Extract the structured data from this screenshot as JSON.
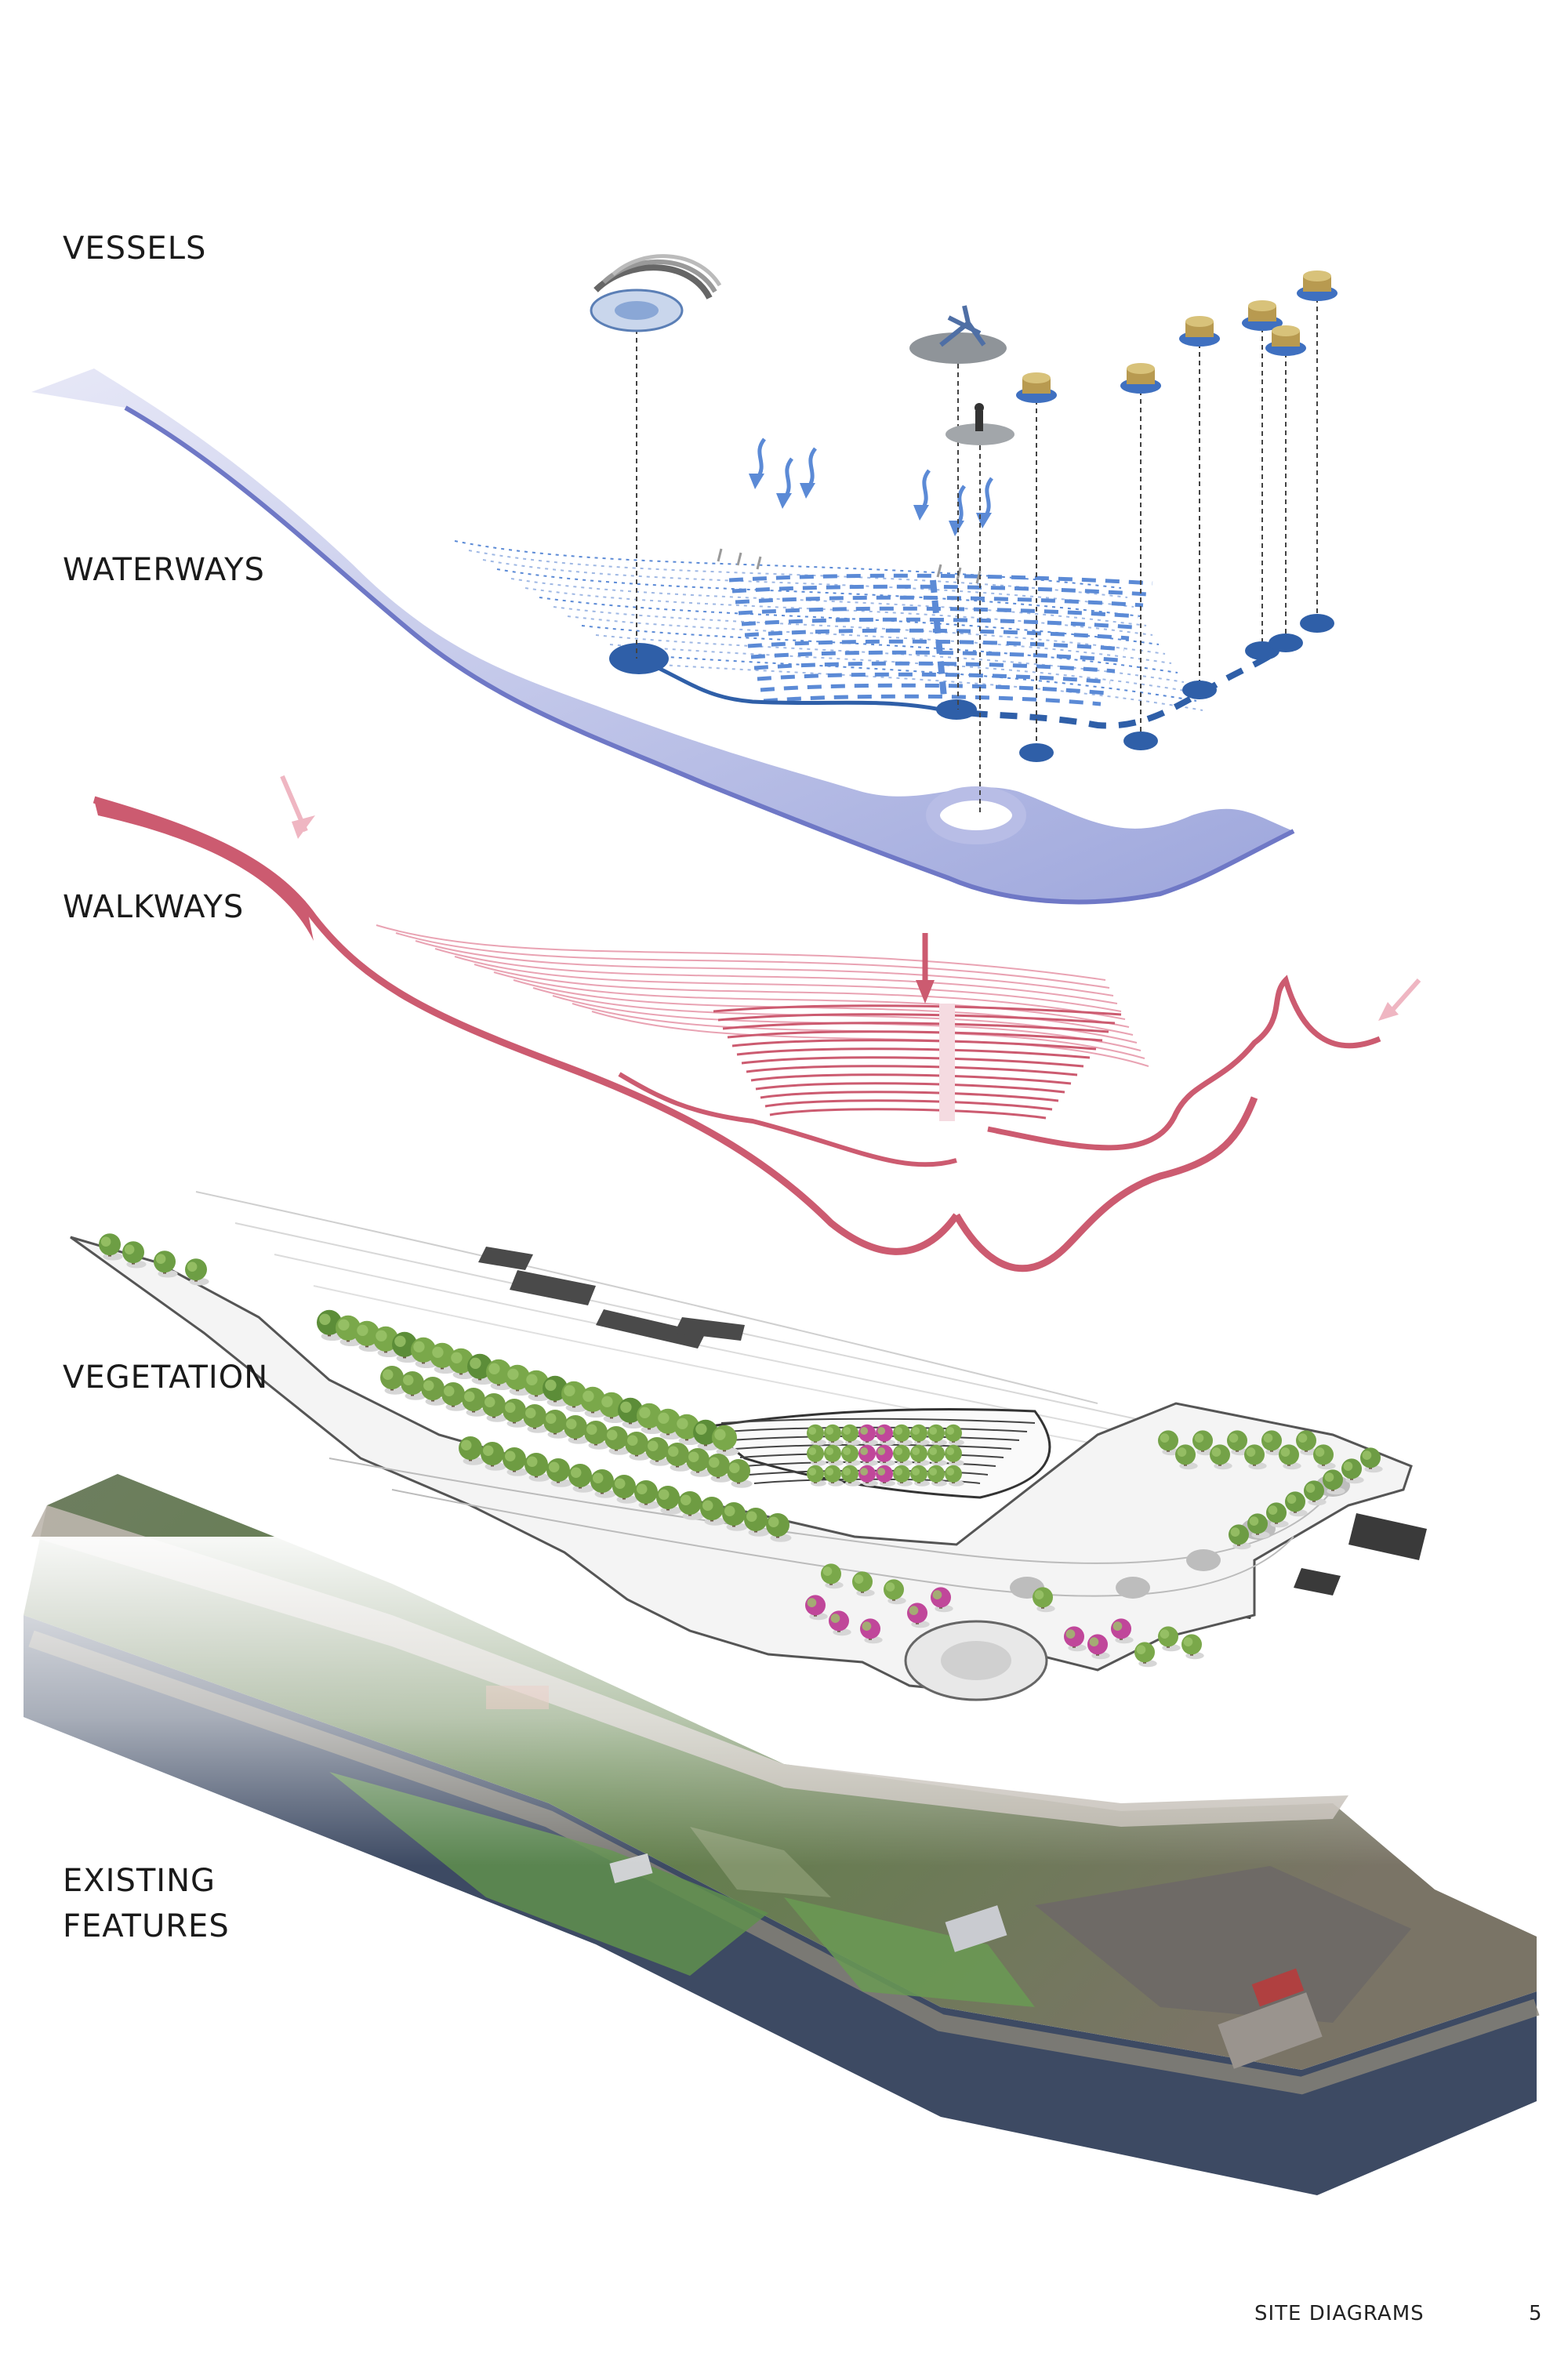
{
  "layers": [
    {
      "id": "vessels",
      "label": "VESSELS"
    },
    {
      "id": "waterways",
      "label": "WATERWAYS"
    },
    {
      "id": "walkways",
      "label": "WALKWAYS"
    },
    {
      "id": "vegetation",
      "label": "VEGETATION"
    },
    {
      "id": "existing",
      "label": "EXISTING\nFEATURES"
    }
  ],
  "footer": {
    "section": "SITE DIAGRAMS",
    "page": "5"
  },
  "colors": {
    "water_dark": "#2f5fa8",
    "water_mid": "#5b8ad6",
    "water_light": "#c7cbec",
    "walk_dark": "#cc5b70",
    "walk_light": "#efb6c2",
    "tree_green": "#7aa84a",
    "tree_blossom": "#c0479a",
    "aerial_water": "#3d4a63",
    "aerial_green": "#5b7e46"
  }
}
